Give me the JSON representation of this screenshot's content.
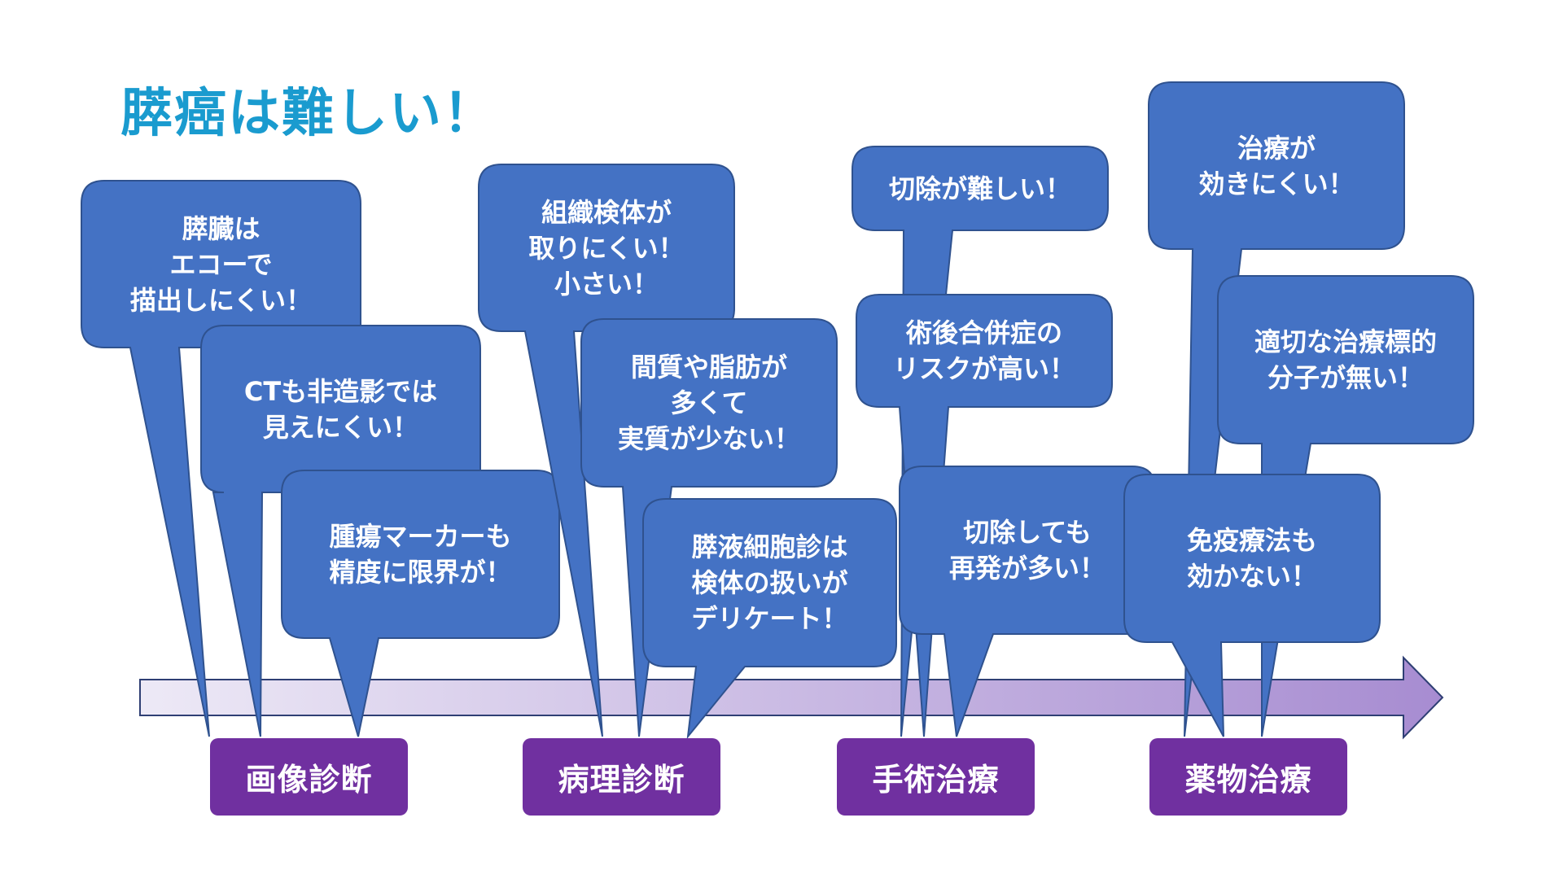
{
  "title": "膵癌は難しい！",
  "colors": {
    "title": "#1a9bcf",
    "bubble_fill": "#4472c4",
    "bubble_stroke": "#2f528f",
    "category_fill": "#7030a0",
    "arrow_light": "#ede9f6",
    "arrow_dark": "#a78cd1",
    "arrow_stroke": "#2f3f74"
  },
  "categories": [
    {
      "id": "imaging",
      "label": "画像診断"
    },
    {
      "id": "pathology",
      "label": "病理診断"
    },
    {
      "id": "surgery",
      "label": "手術治療"
    },
    {
      "id": "drug",
      "label": "薬物治療"
    }
  ],
  "bubbles": [
    {
      "id": "b1",
      "category": "imaging",
      "text": "膵臓は\nエコーで\n描出しにくい！"
    },
    {
      "id": "b2",
      "category": "imaging",
      "text": "CTも非造影では\n見えにくい！"
    },
    {
      "id": "b3",
      "category": "imaging",
      "text": "腫瘍マーカーも\n精度に限界が！"
    },
    {
      "id": "b4",
      "category": "pathology",
      "text": "組織検体が\n取りにくい！\n小さい！"
    },
    {
      "id": "b5",
      "category": "pathology",
      "text": "間質や脂肪が\n多くて\n実質が少ない！"
    },
    {
      "id": "b6",
      "category": "pathology",
      "text": "膵液細胞診は\n検体の扱いが\nデリケート！"
    },
    {
      "id": "b7",
      "category": "surgery",
      "text": "切除が難しい！"
    },
    {
      "id": "b8",
      "category": "surgery",
      "text": "術後合併症の\nリスクが高い！"
    },
    {
      "id": "b9",
      "category": "surgery",
      "text": "切除しても\n再発が多い！"
    },
    {
      "id": "b10",
      "category": "drug",
      "text": "治療が\n効きにくい！"
    },
    {
      "id": "b11",
      "category": "drug",
      "text": "適切な治療標的\n分子が無い！"
    },
    {
      "id": "b12",
      "category": "drug",
      "text": "免疫療法も\n効かない！"
    }
  ]
}
